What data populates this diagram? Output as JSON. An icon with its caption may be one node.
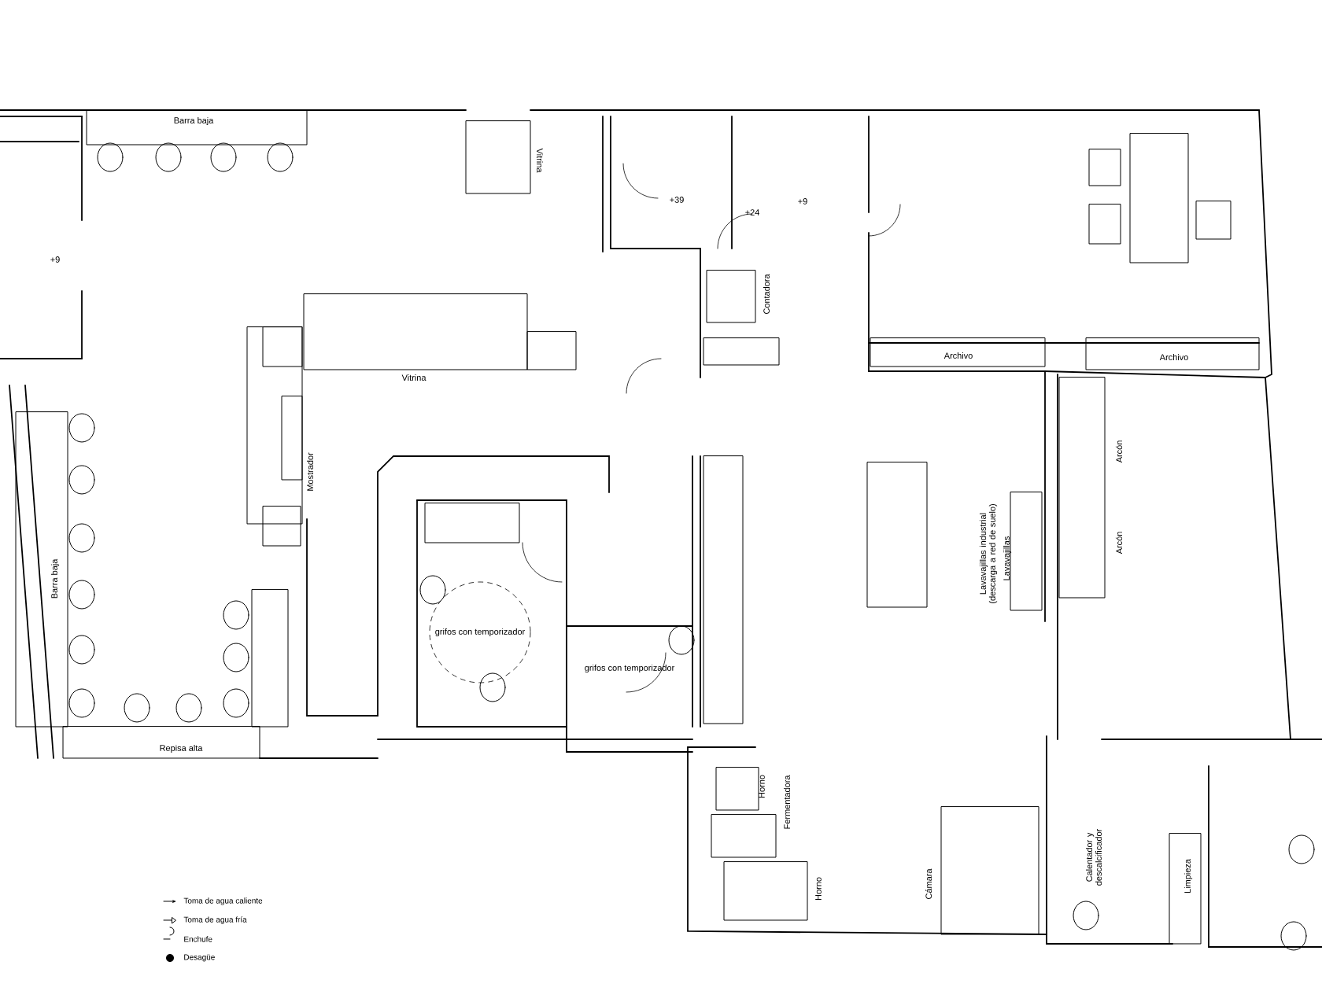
{
  "diagram": {
    "labels": [
      "Barra baja",
      "Vitrina",
      "+39",
      "+24",
      "+9",
      "+9",
      "Contadora",
      "Archivo",
      "Archivo",
      "Vitrina",
      "Arcón",
      "Mostrador",
      "Arcón",
      "Barra baja",
      "Lavavajillas industrial (descarga a red de suelo)",
      "Lavavajillas",
      "grifos con temporizador",
      "grifos con temporizador",
      "Repisa alta",
      "Horno",
      "Fermentadora",
      "Horno",
      "Cámara",
      "Calentador y descalcificador",
      "Limpieza"
    ],
    "legend": [
      {
        "text": "Toma de agua caliente"
      },
      {
        "text": "Toma de agua fría"
      },
      {
        "text": "Enchufe"
      },
      {
        "text": "Desagüe"
      }
    ]
  }
}
